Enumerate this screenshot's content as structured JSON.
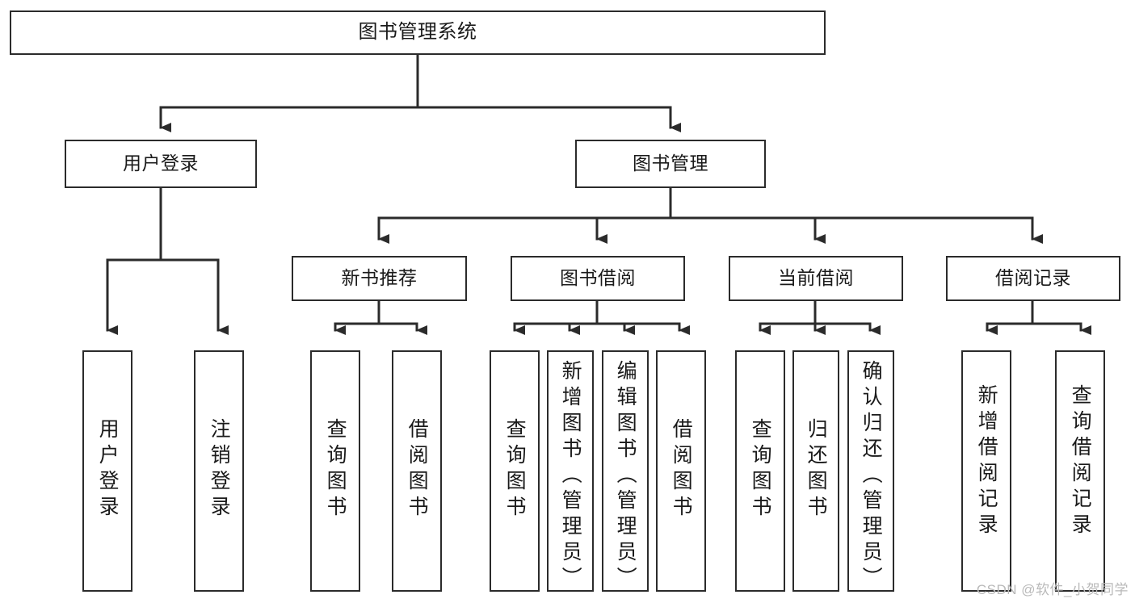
{
  "diagram": {
    "type": "tree",
    "title": "图书管理系统",
    "watermark": "CSDN @软件_小贺同学",
    "colors": {
      "stroke": "#2b2b2b",
      "fill": "#ffffff",
      "text": "#1a1a1a",
      "watermark": "#b9b9b9",
      "background": "#ffffff"
    },
    "nodes": {
      "root": {
        "label": "图书管理系统"
      },
      "level2": [
        {
          "id": "user-login",
          "label": "用户登录"
        },
        {
          "id": "book-manage",
          "label": "图书管理"
        }
      ],
      "level3": [
        {
          "id": "new-book-recommend",
          "label": "新书推荐"
        },
        {
          "id": "book-borrow",
          "label": "图书借阅"
        },
        {
          "id": "current-borrow",
          "label": "当前借阅"
        },
        {
          "id": "borrow-record",
          "label": "借阅记录"
        }
      ],
      "leaves": {
        "user-login": [
          {
            "id": "leaf-user-login",
            "label": "用户登录"
          },
          {
            "id": "leaf-logout-login",
            "label": "注销登录"
          }
        ],
        "new-book-recommend": [
          {
            "id": "leaf-query-book-1",
            "label": "查询图书"
          },
          {
            "id": "leaf-borrow-book-1",
            "label": "借阅图书"
          }
        ],
        "book-borrow": [
          {
            "id": "leaf-query-book-2",
            "label": "查询图书"
          },
          {
            "id": "leaf-add-book",
            "label": "新增图书（管理员）"
          },
          {
            "id": "leaf-edit-book",
            "label": "编辑图书（管理员）"
          },
          {
            "id": "leaf-borrow-book-2",
            "label": "借阅图书"
          }
        ],
        "current-borrow": [
          {
            "id": "leaf-query-book-3",
            "label": "查询图书"
          },
          {
            "id": "leaf-return-book",
            "label": "归还图书"
          },
          {
            "id": "leaf-confirm-return",
            "label": "确认归还（管理员）"
          }
        ],
        "borrow-record": [
          {
            "id": "leaf-add-record",
            "label": "新增借阅记录"
          },
          {
            "id": "leaf-query-record",
            "label": "查询借阅记录"
          }
        ]
      }
    }
  }
}
